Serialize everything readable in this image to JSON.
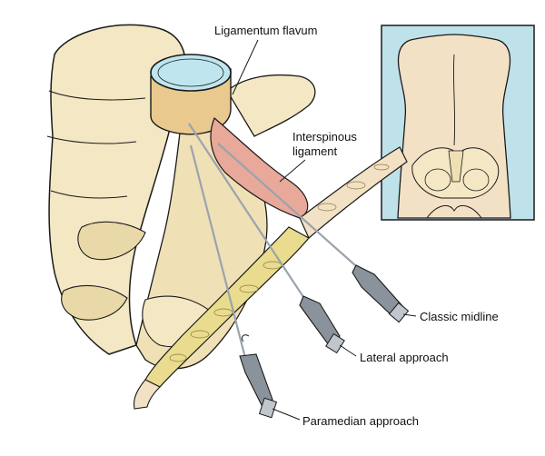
{
  "labels": {
    "ligamentum_flavum": "Ligamentum flavum",
    "interspinous_line1": "Interspinous",
    "interspinous_line2": "ligament",
    "classic_midline": "Classic midline",
    "lateral_approach": "Lateral approach",
    "paramedian_approach": "Paramedian approach"
  },
  "colors": {
    "bone": "#f3e7c4",
    "bone_shadow": "#d9c79a",
    "ligament": "#e8a89a",
    "fat_layer": "#e9dc8f",
    "skin": "#f3e1c6",
    "needle": "#9aa3ad",
    "syringe_hub": "#8a929c",
    "inset_background": "#bfe2ea",
    "disc_top": "#bfe6ef",
    "outline": "#1a1a1a"
  }
}
